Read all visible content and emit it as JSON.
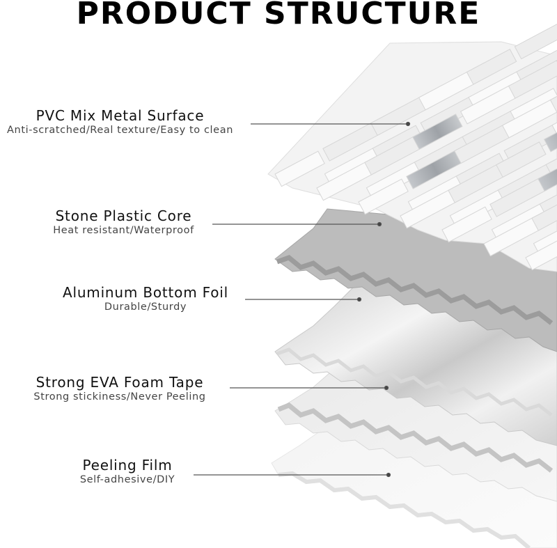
{
  "title": "PRODUCT STRUCTURE",
  "layers": [
    {
      "name": "PVC Mix Metal Surface",
      "desc": "Anti-scratched/Real texture/Easy to clean"
    },
    {
      "name": "Stone Plastic Core",
      "desc": "Heat resistant/Waterproof"
    },
    {
      "name": "Aluminum Bottom Foil",
      "desc": "Durable/Sturdy"
    },
    {
      "name": "Strong EVA Foam Tape",
      "desc": "Strong stickiness/Never Peeling"
    },
    {
      "name": "Peeling Film",
      "desc": "Self-adhesive/DIY"
    }
  ],
  "colors": {
    "text": "#111111",
    "leader": "#555555",
    "core": "#b9b9b9",
    "foil": "#d8d8d8",
    "foam": "#ededed",
    "film": "#f7f7f7",
    "marble": "#f2f2f2",
    "metal": "#a9adb2"
  }
}
